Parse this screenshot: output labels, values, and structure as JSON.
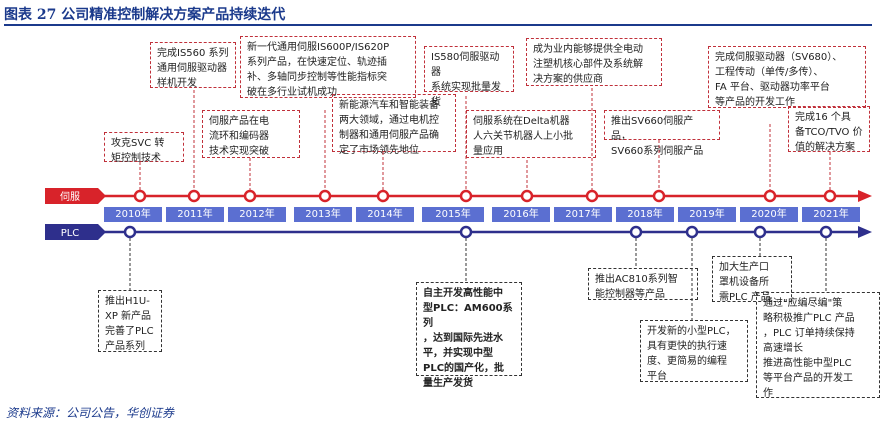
{
  "title": "图表 27 公司精准控制解决方案产品持续迭代",
  "source": "资料来源：公司公告，华创证券",
  "rows": {
    "servo_label": "伺服",
    "plc_label": "PLC"
  },
  "years": [
    "2010年",
    "2011年",
    "2012年",
    "2013年",
    "2014年",
    "2015年",
    "2016年",
    "2017年",
    "2018年",
    "2019年",
    "2020年",
    "2021年"
  ],
  "servo_events": [
    "攻克SVC 转\n矩控制技术",
    "完成IS560 系列\n通用伺服驱动器\n样机开发",
    "伺服产品在电\n流环和编码器\n技术实现突破",
    "新一代通用伺服IS600P/IS620P\n系列产品，在快速定位、轨迹插\n补、多轴同步控制等性能指标突\n破在多行业试机成功",
    "新能源汽车和智能装备\n两大领域，通过电机控\n制器和通用伺服产品确\n定了市场领先地位",
    "IS580伺服驱动器\n系统实现批量发\n货",
    "伺服系统在Delta机器\n人六关节机器人上小批\n量应用",
    "成为业内能够提供全电动\n注塑机核心部件及系统解\n决方案的供应商",
    "推出SV660伺服产品，\nSV660系列伺服产品",
    "完成伺服驱动器（SV680）、\n工程传动（单传/多传）、\nFA 平台、驱动器功率平台\n等产品的开发工作",
    "完成16 个具\n备TCO/TVO 价\n值的解决方案"
  ],
  "plc_events": [
    "推出H1U-\nXP 新产品\n完善了PLC\n产品系列",
    "自主开发高性能中\n型PLC：AM600系列\n，达到国际先进水\n平，并实现中型\nPLC的国产化，批\n量生产发货",
    "推出AC810系列智\n能控制器等产品",
    "开发新的小型PLC，\n具有更快的执行速\n度、更简易的编程\n平台",
    "加大生产口\n罩机设备所\n需PLC 产品",
    "通过\"应编尽编\"策\n略积极推广PLC 产品\n，PLC 订单持续保持\n高速增长\n推进高性能中型PLC\n等平台产品的开发工\n作"
  ],
  "colors": {
    "servo": "#d8232a",
    "plc": "#2e2f8c",
    "year_bar": "#5b6fd1",
    "title": "#1b3a8c"
  }
}
